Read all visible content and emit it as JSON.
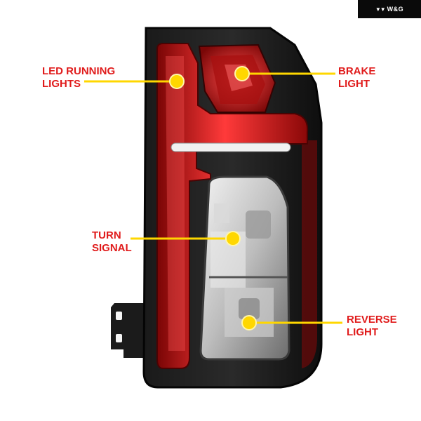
{
  "brand": {
    "text": "W&G",
    "logo_icon": "wing-logo-icon"
  },
  "callouts": [
    {
      "id": "led-running-lights",
      "line1": "LED RUNNING",
      "line2": "LIGHTS"
    },
    {
      "id": "brake-light",
      "line1": "BRAKE",
      "line2": "LIGHT"
    },
    {
      "id": "turn-signal",
      "line1": "TURN",
      "line2": "SIGNAL"
    },
    {
      "id": "reverse-light",
      "line1": "REVERSE",
      "line2": "LIGHT"
    }
  ],
  "colors": {
    "label_red": "#e01b1b",
    "marker_yellow": "#ffd700",
    "housing_black": "#111111",
    "led_red": "#d81414"
  }
}
